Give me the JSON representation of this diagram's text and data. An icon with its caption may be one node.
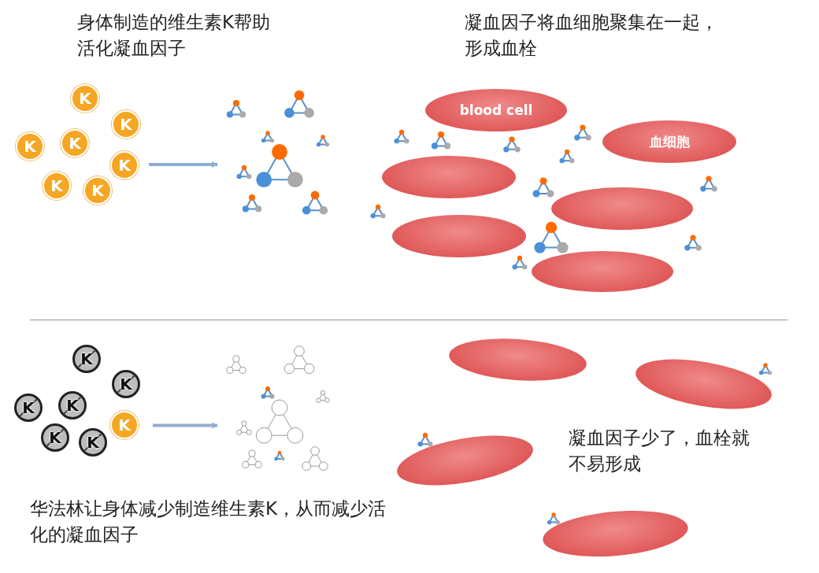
{
  "diagram": {
    "nodes": [
      {
        "text": [],
        "shape": "picture"
      },
      {
        "text": [
          "K"
        ],
        "in": 0
      },
      {
        "text": [
          "K"
        ],
        "in": 0
      },
      {
        "text": [
          "K"
        ],
        "in": 0
      },
      {
        "text": [
          "K"
        ],
        "in": 0
      },
      {
        "text": [
          "K"
        ],
        "in": 0
      },
      {
        "text": [
          "K"
        ],
        "in": 0
      },
      {
        "text": [
          "K"
        ],
        "in": 0
      },
      {
        "text": [],
        "shape": "picture"
      },
      {
        "text": [
          "blood cell"
        ]
      },
      {
        "text": [
          "血细胞"
        ]
      },
      {
        "text": [],
        "shape": "ellipse"
      },
      {
        "text": [],
        "shape": "ellipse"
      },
      {
        "text": [],
        "shape": "ellipse"
      },
      {
        "text": [],
        "shape": "ellipse"
      },
      {
        "text": [],
        "shape": "picture"
      },
      {
        "text": [
          "K"
        ],
        "in": 15
      },
      {
        "text": [
          "K"
        ],
        "in": 15
      },
      {
        "text": [
          "K"
        ],
        "in": 15
      },
      {
        "text": [
          "K"
        ],
        "in": 15
      },
      {
        "text": [
          "K"
        ],
        "in": 15
      },
      {
        "text": [
          "K"
        ],
        "in": 15
      },
      {
        "text": [
          "K"
        ],
        "in": 15
      },
      {
        "text": [],
        "shape": "picture"
      },
      {
        "text": [],
        "shape": "ellipse"
      },
      {
        "text": [],
        "shape": "ellipse"
      },
      {
        "text": [],
        "shape": "ellipse"
      },
      {
        "text": [],
        "shape": "ellipse"
      }
    ],
    "edges": [
      {
        "from": 0,
        "to": 8,
        "arrow": "to"
      },
      {
        "from": 15,
        "to": 23,
        "arrow": "to"
      }
    ],
    "labels": [
      "身体制造的维生素K帮助活化凝血因子",
      "凝血因子将血细胞聚集在一起，形成血栓",
      "华法林让身体减少制造维生素K，从而减少活化的凝血因子",
      "凝血因子少了，血栓就不易形成"
    ]
  }
}
